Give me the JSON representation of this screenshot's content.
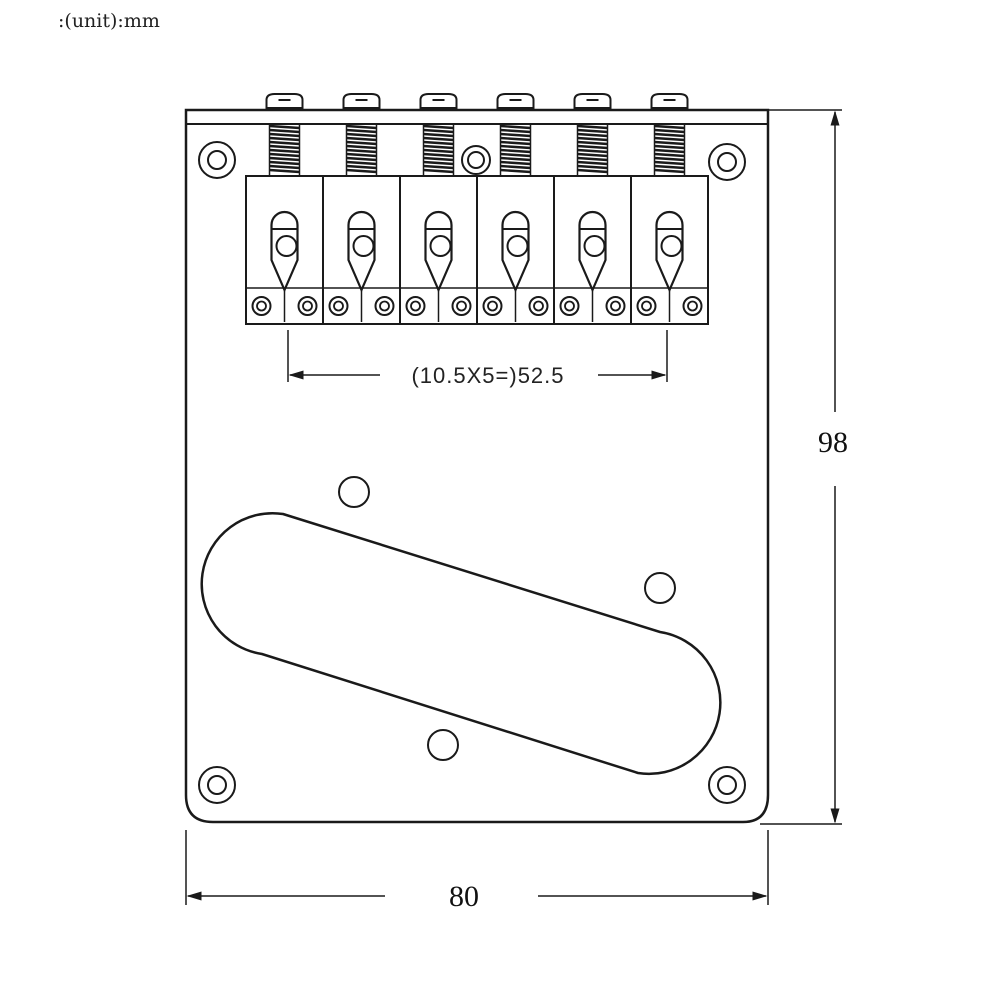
{
  "header": {
    "unit_label": ":(unit):mm"
  },
  "diagram": {
    "string_spacing_label": "(10.5X5=)52.5",
    "height_label": "98",
    "width_label": "80",
    "saddle_count": 6,
    "line_color": "#1a1a1a",
    "background_color": "#ffffff"
  }
}
